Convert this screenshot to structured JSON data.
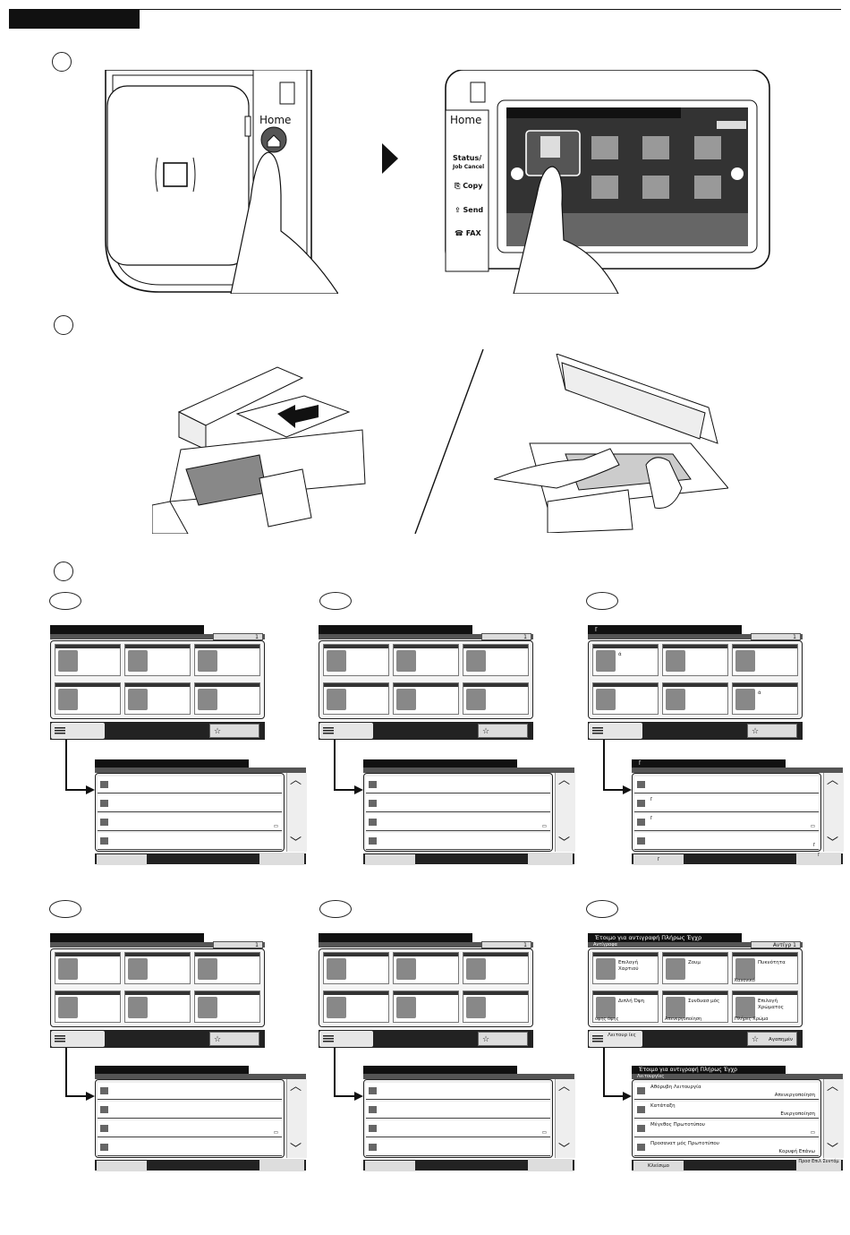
{
  "steps": [
    "",
    "",
    ""
  ],
  "home_panel": {
    "home_label": "Home",
    "status_label": "Status/",
    "status_label2": "Job Cancel",
    "copy_label": "Copy",
    "send_label": "Send",
    "fax_label": "FAX"
  },
  "panels": [
    {
      "title": "",
      "sub": "",
      "count": "1",
      "tiles": [
        "",
        "",
        "",
        "",
        "",
        ""
      ],
      "tile_subs": [
        "",
        "",
        "",
        "",
        "",
        ""
      ],
      "func": "",
      "fav": ""
    },
    {
      "title": "",
      "sub": "",
      "count": "1",
      "tiles": [
        "",
        "",
        "",
        "",
        "",
        ""
      ],
      "tile_subs": [
        "",
        "",
        "",
        "",
        "",
        ""
      ],
      "func": "",
      "fav": ""
    },
    {
      "title": "ľ",
      "sub": "",
      "count": "1",
      "tiles": [
        "ά",
        "",
        "",
        "",
        "",
        "ά"
      ],
      "tile_subs": [
        "",
        "",
        "",
        "",
        "",
        ""
      ],
      "func": "",
      "fav": ""
    },
    {
      "title": "",
      "sub": "",
      "count": "1",
      "tiles": [
        "",
        "",
        "",
        "",
        "",
        ""
      ],
      "tile_subs": [
        "",
        "",
        "",
        "",
        "",
        ""
      ],
      "func": "",
      "fav": ""
    },
    {
      "title": "",
      "sub": "",
      "count": "1",
      "tiles": [
        "",
        "",
        "",
        "",
        "",
        ""
      ],
      "tile_subs": [
        "",
        "",
        "",
        "",
        "",
        ""
      ],
      "func": "",
      "fav": ""
    },
    {
      "title": "Έτοιμο για αντιγραφή   Πλήρως Έγχρ",
      "sub": "Αντίγραφα",
      "count": "Αντίγρ   1",
      "tiles": [
        "Επιλογή Χαρτιού",
        "Ζουμ",
        "Πυκνότητα",
        "Διπλή Όψη",
        "Συνδυασ μός",
        "Επιλογή Χρώματος"
      ],
      "tile_subs": [
        "",
        "",
        "Κανονικό",
        "όψης        όψης",
        "Απενεργοποίηση",
        "Πλήρες Χρώμα"
      ],
      "func": "Λειτουρ ίες",
      "fav": "Αγαπημέν"
    }
  ],
  "lists": [
    {
      "title": "",
      "sub": "",
      "rows": [
        {
          "l": "",
          "v": ""
        },
        {
          "l": "",
          "v": ""
        },
        {
          "l": "",
          "v": "▭"
        },
        {
          "l": "",
          "v": ""
        }
      ],
      "close": "",
      "back": ""
    },
    {
      "title": "",
      "sub": "",
      "rows": [
        {
          "l": "",
          "v": ""
        },
        {
          "l": "",
          "v": ""
        },
        {
          "l": "",
          "v": "▭"
        },
        {
          "l": "",
          "v": ""
        }
      ],
      "close": "",
      "back": ""
    },
    {
      "title": "ľ",
      "sub": "",
      "rows": [
        {
          "l": "",
          "v": ""
        },
        {
          "l": "ľ",
          "v": ""
        },
        {
          "l": "ľ",
          "v": "▭"
        },
        {
          "l": "",
          "v": "ľ"
        }
      ],
      "close": "ľ",
      "back": "ľ"
    },
    {
      "title": "",
      "sub": "",
      "rows": [
        {
          "l": "",
          "v": ""
        },
        {
          "l": "",
          "v": ""
        },
        {
          "l": "",
          "v": "▭"
        },
        {
          "l": "",
          "v": ""
        }
      ],
      "close": "",
      "back": ""
    },
    {
      "title": "",
      "sub": "",
      "rows": [
        {
          "l": "",
          "v": ""
        },
        {
          "l": "",
          "v": ""
        },
        {
          "l": "",
          "v": "▭"
        },
        {
          "l": "",
          "v": ""
        }
      ],
      "close": "",
      "back": ""
    },
    {
      "title": "Έτοιμο για αντιγραφή   Πλήρως Έγχρ",
      "sub": "Λειτουργίες",
      "rows": [
        {
          "l": "Αθόρυβη Λειτουργία",
          "v": "Απενεργοποίηση"
        },
        {
          "l": "Κατάταξη",
          "v": "Ενεργοποίηση"
        },
        {
          "l": "Μέγεθος Πρωτοτύπου",
          "v": "▭"
        },
        {
          "l": "Προσανατ μός Πρωτοτύπου",
          "v": "Κορυφή Επάνω"
        }
      ],
      "close": "Κλείσιμο",
      "back": "Προσ Επιλ Συντόμ"
    }
  ]
}
